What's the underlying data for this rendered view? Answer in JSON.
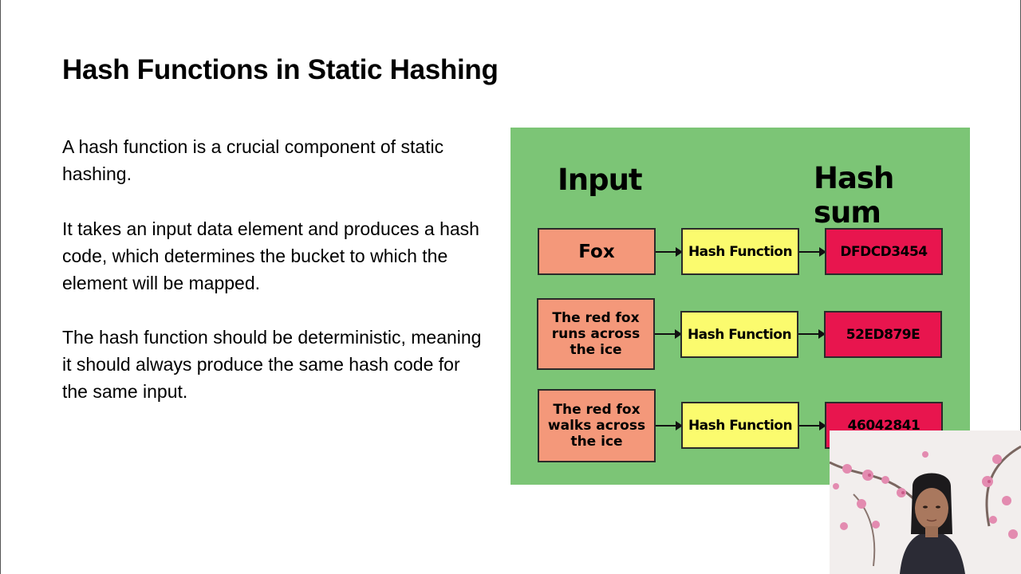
{
  "slide": {
    "title": "Hash Functions in Static Hashing",
    "paragraphs": [
      "A hash function is a crucial component of static hashing.",
      "It takes an input data element and produces a hash code, which determines the bucket to which the element will be mapped.",
      "The hash function should be deterministic, meaning it should always produce the same hash code for the same input."
    ]
  },
  "diagram": {
    "input_header": "Input",
    "output_header": "Hash sum",
    "rows": [
      {
        "input": "Fox",
        "function": "Hash Function",
        "hash": "DFDCD3454"
      },
      {
        "input": "The red fox runs across the ice",
        "function": "Hash Function",
        "hash": "52ED879E"
      },
      {
        "input": "The red fox walks across the ice",
        "function": "Hash Function",
        "hash": "46042841"
      }
    ],
    "colors": {
      "background": "#7cc576",
      "input_box": "#f4987a",
      "function_box": "#fbfb6e",
      "hash_box": "#e8154e"
    }
  }
}
